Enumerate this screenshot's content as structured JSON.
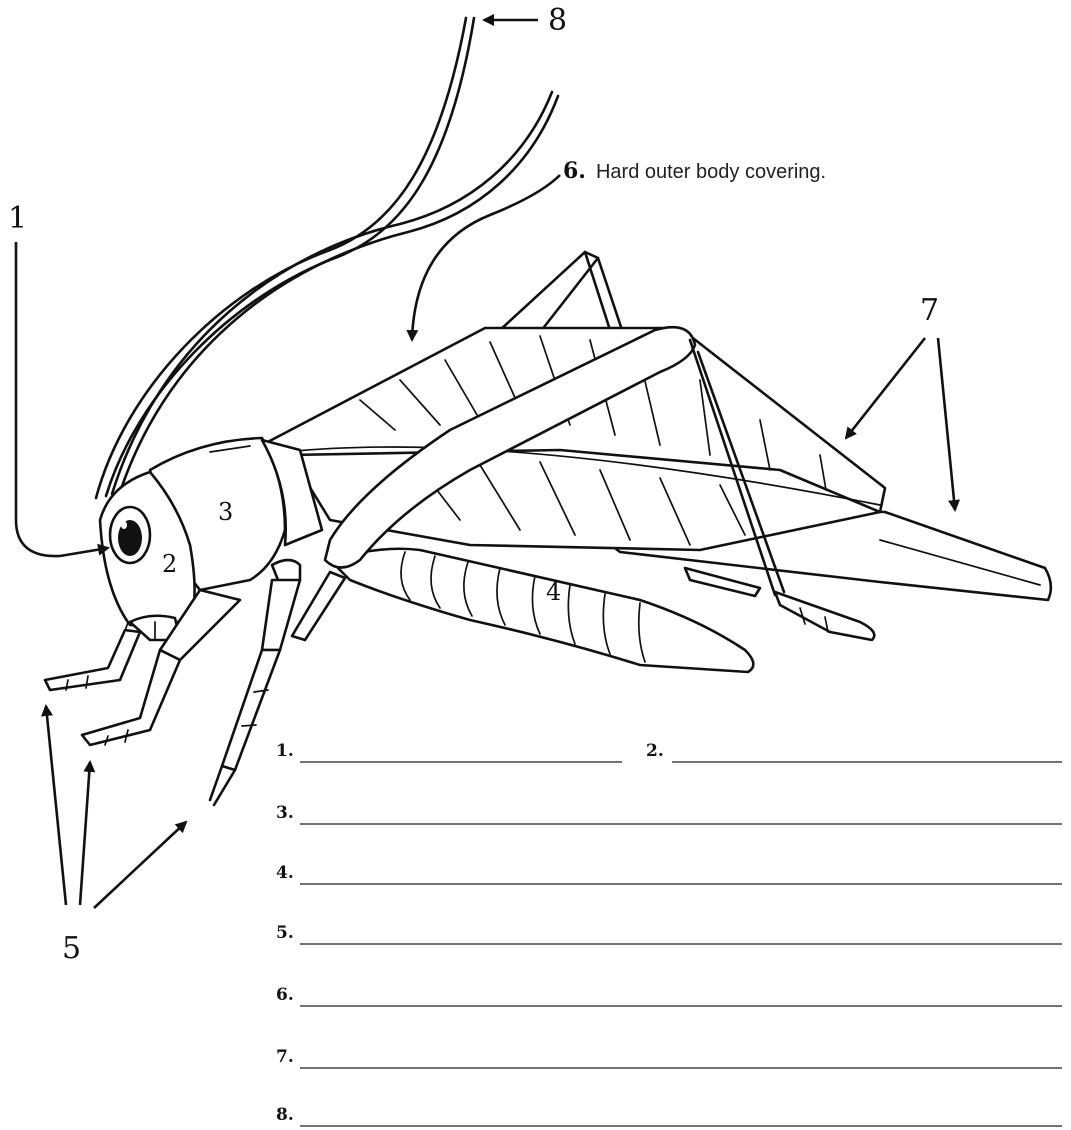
{
  "diagram": {
    "callouts": [
      {
        "id": "1",
        "label": "1"
      },
      {
        "id": "5",
        "label": "5"
      },
      {
        "id": "6",
        "number": "6.",
        "text": "Hard outer body covering."
      },
      {
        "id": "7",
        "label": "7"
      },
      {
        "id": "8",
        "label": "8"
      }
    ],
    "body_parts": [
      {
        "id": "2",
        "label": "2"
      },
      {
        "id": "3",
        "label": "3"
      },
      {
        "id": "4",
        "label": "4"
      }
    ]
  },
  "answer_lines": [
    "1.",
    "2.",
    "3.",
    "4.",
    "5.",
    "6.",
    "7.",
    "8."
  ]
}
